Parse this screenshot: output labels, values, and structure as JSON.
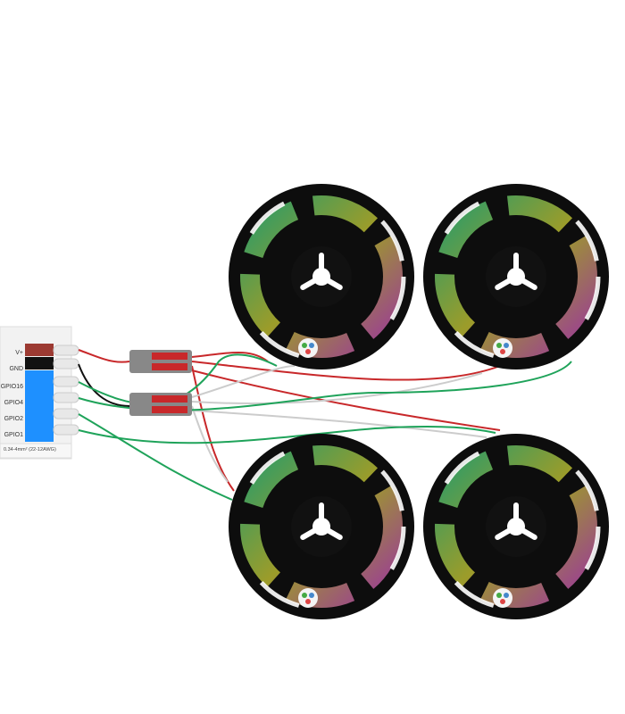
{
  "controller": {
    "terminals": [
      "V+",
      "GND",
      "GPIO16",
      "GPIO4",
      "GPIO2",
      "GPIO1"
    ],
    "wire_spec": "0.34-4mm² (22-12AWG)"
  },
  "colors": {
    "power": "#c8282a",
    "ground": "#111111",
    "data": "#1fa35a",
    "aux": "#c8c8c8",
    "terminal_power": "#9c3a32",
    "terminal_gpio": "#1e90ff",
    "reel": "#0d0d0d"
  },
  "reels": [
    {
      "id": "top-left"
    },
    {
      "id": "top-right"
    },
    {
      "id": "bottom-left"
    },
    {
      "id": "bottom-right"
    }
  ]
}
